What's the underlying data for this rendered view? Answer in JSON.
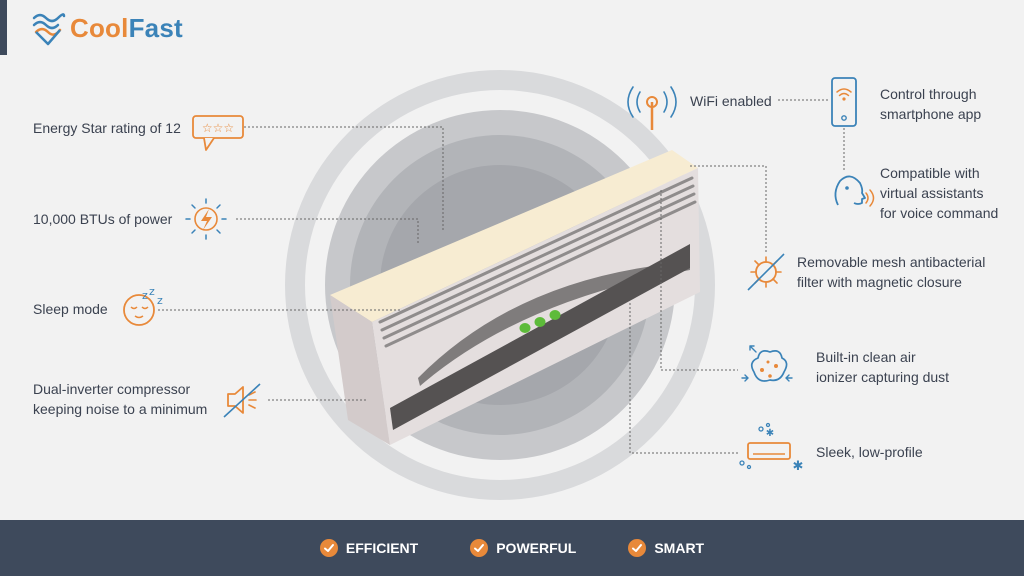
{
  "brand": {
    "name_part1": "Cool",
    "name_part2": "Fast"
  },
  "features_left": {
    "energy": "Energy Star rating of 12",
    "btu": "10,000 BTUs of power",
    "sleep": "Sleep mode",
    "inverter_line1": "Dual-inverter compressor",
    "inverter_line2": "keeping noise to a minimum"
  },
  "features_right": {
    "wifi": "WiFi enabled",
    "app_line1": "Control through",
    "app_line2": "smartphone app",
    "voice_line1": "Compatible with",
    "voice_line2": "virtual assistants",
    "voice_line3": "for voice command",
    "filter_line1": "Removable mesh antibacterial",
    "filter_line2": "filter with magnetic closure",
    "ionizer_line1": "Built-in clean air",
    "ionizer_line2": "ionizer capturing dust",
    "sleek": "Sleek, low-profile"
  },
  "footer": {
    "badges": [
      "EFFICIENT",
      "POWERFUL",
      "SMART"
    ]
  },
  "colors": {
    "accent_orange": "#e8893a",
    "accent_blue": "#3b83b8",
    "footer_bg": "#3e4a5c",
    "background": "#f2f2f2"
  }
}
